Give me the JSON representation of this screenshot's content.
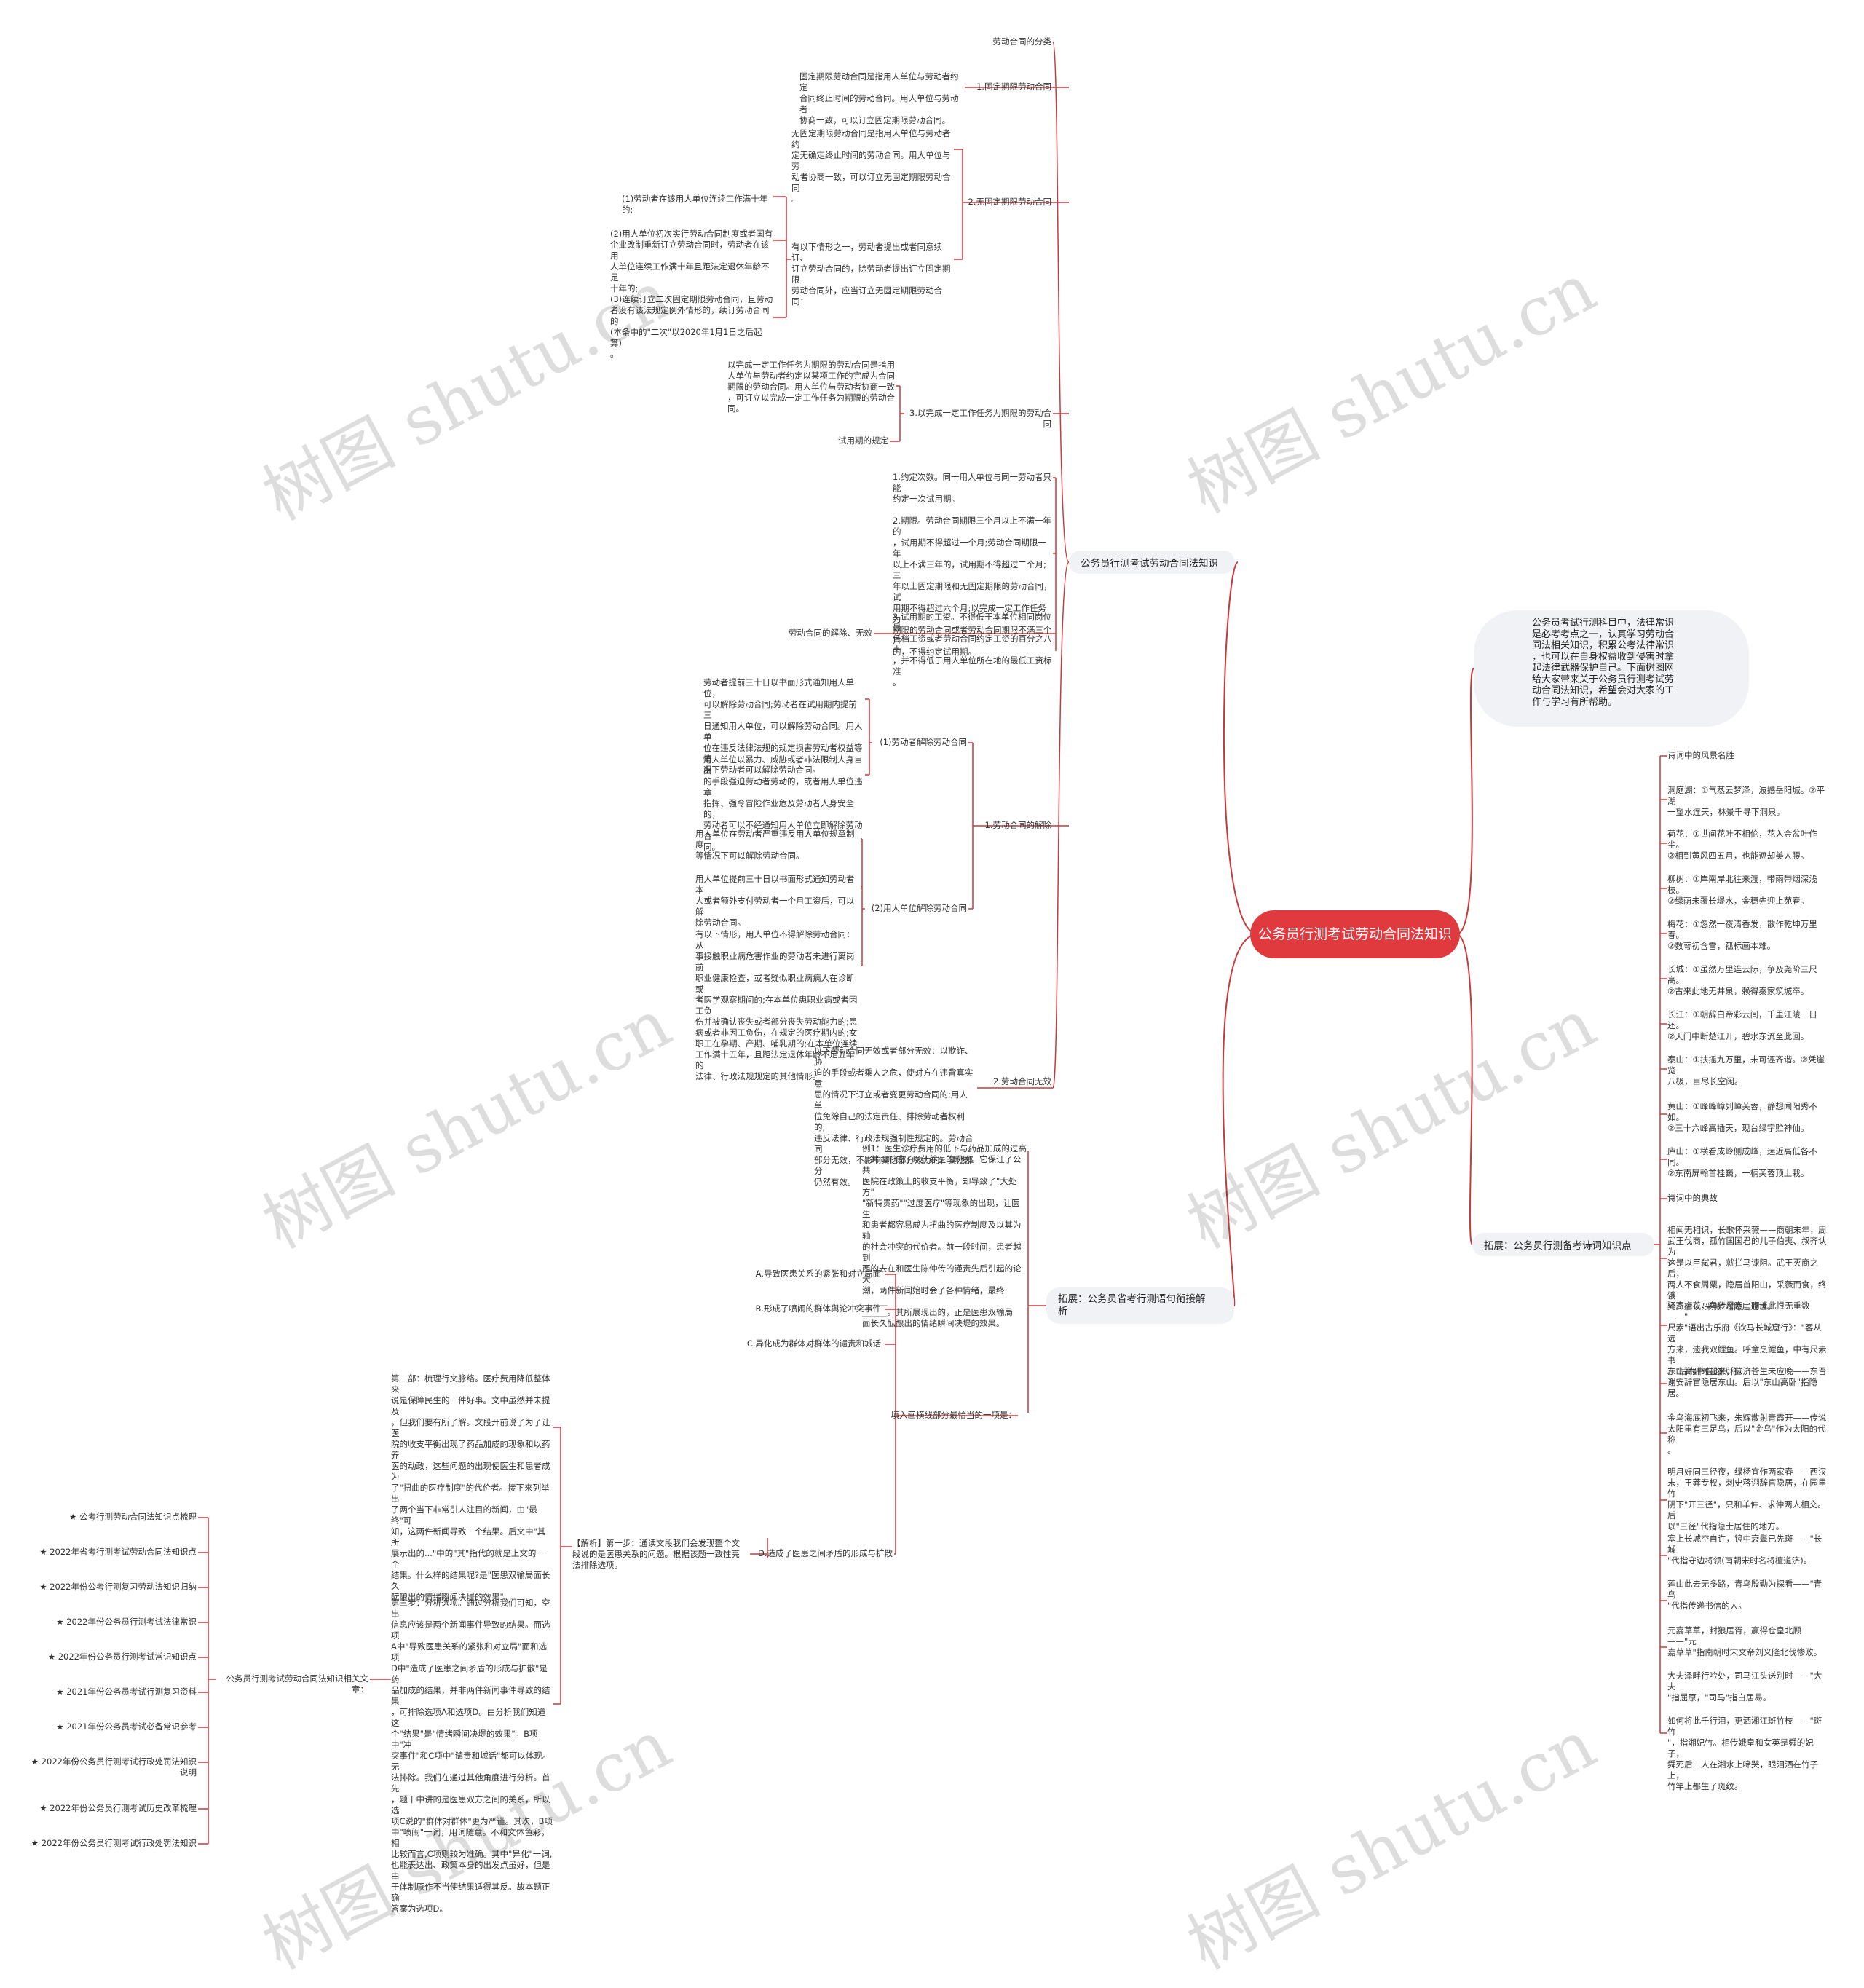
{
  "root": {
    "title": "公务员行测考试劳动合同法知识"
  },
  "intro": {
    "text": "公务员考试行测科目中，法律常识\n是必考考点之一，认真学习劳动合\n同法相关知识，积累公考法律常识\n，也可以在自身权益收到侵害时拿\n起法律武器保护自己。下面树图网\n给大家带来关于公务员行测考试劳\n动合同法知识，希望会对大家的工\n作与学习有所帮助。"
  },
  "branches": {
    "law": "公务员行测考试劳动合同法知识",
    "tips": "拓展：公务员行测备考诗词知识点",
    "pinjie": "拓展：公务员省考行测语句衔接解\n析"
  },
  "law": {
    "classify": "劳动合同的分类",
    "fixed_title": "1.固定期限劳动合同",
    "fixed_text": "固定期限劳动合同是指用人单位与劳动者约定\n合同终止时间的劳动合同。用人单位与劳动者\n协商一致，可以订立固定期限劳动合同。",
    "nofixed_title": "2.无固定期限劳动合同",
    "nofixed_text1": "无固定期限劳动合同是指用人单位与劳动者约\n定无确定终止时间的劳动合同。用人单位与劳\n动者协商一致，可以订立无固定期限劳动合同\n。",
    "nofixed_text2": "有以下情形之一，劳动者提出或者同意续订、\n订立劳动合同的，除劳动者提出订立固定期限\n劳动合同外，应当订立无固定期限劳动合同：",
    "nofixed_c1": "(1)劳动者在该用人单位连续工作满十年的;",
    "nofixed_c2": "(2)用人单位初次实行劳动合同制度或者国有\n企业改制重新订立劳动合同时，劳动者在该用\n人单位连续工作满十年且距法定退休年龄不足\n十年的;",
    "nofixed_c3": "(3)连续订立二次固定期限劳动合同，且劳动\n者没有该法规定例外情形的，续订劳动合同的\n(本条中的\"二次\"以2020年1月1日之后起算)\n。",
    "task_title": "3.以完成一定工作任务为期限的劳动合同",
    "task_text": "以完成一定工作任务为期限的劳动合同是指用\n人单位与劳动者约定以某项工作的完成为合同\n期限的劳动合同。用人单位与劳动者协商一致\n，可订立以完成一定工作任务为期限的劳动合\n同。",
    "trial_title": "试用期的规定",
    "trial1": "1.约定次数。同一用人单位与同一劳动者只能\n约定一次试用期。",
    "trial2": "2.期限。劳动合同期限三个月以上不满一年的\n，试用期不得超过一个月;劳动合同期限一年\n以上不满三年的，试用期不得超过二个月;三\n年以上固定期限和无固定期限的劳动合同，试\n用期不得超过六个月;以完成一定工作任务为\n期限的劳动合同或者劳动合同期限不满三个月\n的，不得约定试用期。",
    "trial3": "3.试用期的工资。不得低于本单位相同岗位最\n低档工资或者劳动合同约定工资的百分之八十\n，并不得低于用人单位所在地的最低工资标准\n。",
    "dissolve_title": "劳动合同的解除、无效",
    "jiechu": "1.劳动合同的解除",
    "worker": "(1)劳动者解除劳动合同",
    "worker1": "劳动者提前三十日以书面形式通知用人单位，\n可以解除劳动合同;劳动者在试用期内提前三\n日通知用人单位，可以解除劳动合同。用人单\n位在违反法律法规的规定损害劳动者权益等情\n况下劳动者可以解除劳动合同。",
    "worker2": "用人单位以暴力、威胁或者非法限制人身自由\n的手段强迫劳动者劳动的，或者用人单位违章\n指挥、强令冒险作业危及劳动者人身安全的，\n劳动者可以不经通知用人单位立即解除劳动合\n同。",
    "employer": "(2)用人单位解除劳动合同",
    "employer1": "用人单位在劳动者严重违反用人单位规章制度\n等情况下可以解除劳动合同。",
    "employer2": "用人单位提前三十日以书面形式通知劳动者本\n人或者额外支付劳动者一个月工资后，可以解\n除劳动合同。",
    "employer3": "有以下情形，用人单位不得解除劳动合同：从\n事接触职业病危害作业的劳动者未进行离岗前\n职业健康检查，或者疑似职业病病人在诊断或\n者医学观察期间的;在本单位患职业病或者因工负\n伤并被确认丧失或者部分丧失劳动能力的;患\n病或者非因工负伤，在规定的医疗期内的;女\n职工在孕期、产期、哺乳期的;在本单位连续\n工作满十五年，且距法定退休年龄不足五年的\n法律、行政法规规定的其他情形。",
    "wuxiao": "2.劳动合同无效",
    "wuxiao_text": "以下劳动合同无效或者部分无效：以欺诈、胁\n迫的手段或者乘人之危，使对方在违背真实意\n思的情况下订立或者变更劳动合同的;用人单\n位免除自己的法定责任、排除劳动者权利的;\n违反法律、行政法规强制性规定的。劳动合同\n部分无效，不影响其他部分效力的，其他部分\n仍然有效。"
  },
  "pinjie": {
    "example": "例1：医生诊疗费用的低下与药品加成的过高\n，共同形成了以药养医的现状。它保证了公共\n医院在政策上的收支平衡，却导致了\"大处方\"\n\"新特贵药\"\"过度医疗\"等现象的出现，让医生\n和患者都容易成为扭曲的医疗制度及以其为轴\n的社会冲突的代价者。前一段时间，患者越到\n西的去在和医生陈仲传的谨责先后引起的论大\n潮，两件新闻始时会了各种情绪，最终______\n______。其所展现出的，正是医患双输局\n面长久酝酿出的情绪瞬间决堤的效果。",
    "optA": "A.导致医患关系的紧张和对立局面",
    "optB": "B.形成了喷闹的群体舆论冲突事件",
    "optC": "C.异化成为群体对群体的谴责和城话",
    "optD": "D.造成了医患之间矛盾的形成与扩散",
    "question": "填入画横线部分最恰当的一项是：",
    "analysis1": "【解析】第一步：通读文段我们会发现整个文\n段说的是医患关系的问题。根据该题一致性亮\n法排除选项。",
    "step2": "第二部：梳理行文脉络。医疗费用降低整体来\n说是保障民生的一件好事。文中虽然并未提及\n，但我们要有所了解。文段开前说了为了让医\n院的收支平衡出现了药品加成的现象和以药养\n医的动政，这些问题的出现使医生和患者成为\n了\"扭曲的医疗制度\"的代价者。接下来列举出\n了两个当下非常引人注目的新闻，由\"最终\"可\n知，这两件新闻导致一个结果。后文中\"其所\n展示出的...\"中的\"其\"指代的就是上文的一个\n结果。什么样的结果呢?是\"医患双输局面长久\n酝酿出的情绪瞬间决堤的效果\"。",
    "step3": "第三步：分析选项。通过分析我们可知，空出\n信息应该是两个新闻事件导致的结果。而选项\nA中\"导致医患关系的紧张和对立局\"面和选项\nD中\"造成了医患之间矛盾的形成与扩散\"是药\n品加成的结果，并非两件新闻事件导致的结果\n，可排除选项A和选项D。由分析我们知道这\n个\"结果\"是\"情绪瞬间决堤的效果\"。B项中\"冲\n突事件\"和C项中\"谴责和城话\"都可以体现。无\n法排除。我们在通过其他角度进行分析。首先\n，题干中讲的是医患双方之间的关系，所以选\n项C说的\"群体对群体\"更为严谨。其次，B项\n中\"喷闹\"一词，用词随意。不和文体色彩，相\n比较而言,C项则较为准确。其中\"异化\"一词,\n也能表达出、政策本身的出发点虽好，但是由\n于体制原作不当使结果适得其反。故本题正确\n答案为选项D。",
    "related_title": "公务员行测考试劳动合同法知识相关文章：",
    "related": [
      "★ 公考行测劳动合同法知识点梳理",
      "★ 2022年省考行测考试劳动合同法知识点",
      "★ 2022年份公考行测复习劳动法知识归纳",
      "★ 2022年份公务员行测考试法律常识",
      "★ 2022年份公务员行测考试常识知识点",
      "★ 2021年份公务员考试行测复习资料",
      "★ 2021年份公务员考试必备常识参考",
      "★ 2022年份公务员行测考试行政处罚法知识\n说明",
      "★ 2022年份公务员行测考试历史改革梳理",
      "★ 2022年份公务员行测考试行政处罚法知识"
    ]
  },
  "tips": {
    "scenery_title": "诗词中的风景名胜",
    "scenery": [
      "洞庭湖：①气蒸云梦泽，波撼岳阳城。②平湖\n一望水连天，林景千寻下洞泉。",
      "荷花：①世间花叶不相伦，花入金盆叶作尘。\n②相到黄风四五月，也能遮却美人腰。",
      "柳树：①岸南岸北往来渡，带雨带烟深浅枝。\n②绿荫未覆长堤水，金穗先迎上苑春。",
      "梅花：①忽然一夜清香发，散作乾坤万里春。\n②数萼初含雪，孤标画本难。",
      "长城：①虽然万里连云际，争及尧阶三尺高。\n②古来此地无井泉，赖得秦家筑城卒。",
      "长江：①朝辞白帝彩云间，千里江陵一日还。\n②天门中断楚江开，碧水东流至此回。",
      "泰山：①扶摇九万里，未可诬齐谐。②凭崖览\n八极，目尽长空闲。",
      "黄山：①峰峰嶂列嶂芙蓉，静想闻阳秀不如。\n②三十六峰高插天，现台绿字贮神仙。",
      "庐山：①横看成岭侧成峰，远近高低各不同。\n②东南屏翰首桂巍，一柄芙蓉顶上栽。"
    ],
    "allusion_title": "诗词中的典故",
    "allusions": [
      "相闻无相识，长歌怀采薇——商朝末年，周\n武王伐商，孤竹国国君的儿子伯夷、叔齐认为\n这是以臣弑君，就拦马谏阻。武王灭商之后，\n两人不食周粟，隐居首阳山，采薇而食，终饿\n死。后以\"采薇\"喻隐居避世。",
      "驿寄梅花，鱼传尺素，砌成此恨无重数——\"\n尺素\"语出古乐府《饮马长城窟行》：\"客从远\n方来，遗我双鲤鱼。呼童烹鲤鱼，中有尺素书\n。\"后为书信的代称。",
      "东山高卧时起来，欲济苍生未应晚——东晋\n谢安辞官隐居东山。后以\"东山高卧\"指隐居。",
      "金乌海底初飞来，朱辉散射青霞开——传说\n太阳里有三足乌，后以\"金乌\"作为太阳的代称\n。",
      "明月好同三径夜，绿杨宜作两家春——西汉\n末，王莽专权，刺史蒋诩辞官隐居，在园里竹\n阴下\"开三径\"，只和羊仲、求仲两人相交。后\n以\"三径\"代指隐士居住的地方。",
      "塞上长城空自许，镜中衰鬓已先斑——\"长城\n\"代指守边将领(南朝宋时名将檀道济)。",
      "莲山此去无多路，青鸟殷勤为探看——\"青鸟\n\"代指传递书信的人。",
      "元嘉草草，封狼居胥，赢得仓皇北顾——\"元\n嘉草草\"指南朝时宋文帝刘义隆北伐惨败。",
      "大夫泽畔行吟处，司马江头送别时——\"大夫\n\"指屈原，\"司马\"指白居易。",
      "如何将此千行泪，更洒湘江斑竹枝——\"斑竹\n\"，指湘妃竹。相传娥皇和女英是舜的妃子，\n舜死后二人在湘水上啼哭，眼泪洒在竹子上，\n竹竿上都生了斑纹。"
    ]
  },
  "colors": {
    "accent": "#e13a3e",
    "line": "#c8393b",
    "pill": "#f0f2f5"
  }
}
